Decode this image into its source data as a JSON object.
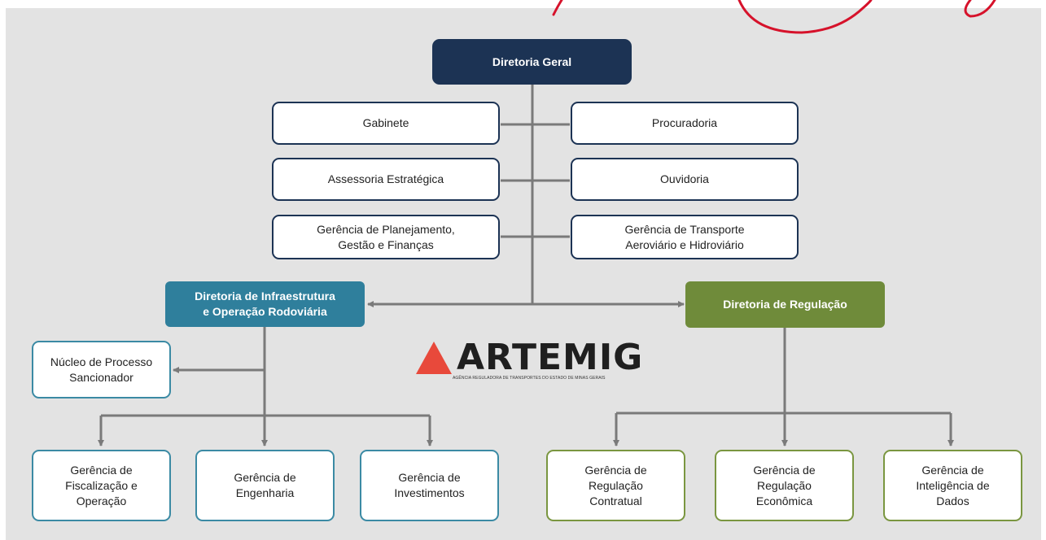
{
  "director_general": "Diretoria Geral",
  "staff_left": [
    "Gabinete",
    "Assessoria Estratégica",
    "Gerência de Planejamento,\nGestão e Finanças"
  ],
  "staff_right": [
    "Procuradoria",
    "Ouvidoria",
    "Gerência de Transporte\nAeroviário e Hidroviário"
  ],
  "dir_infra": "Diretoria de Infraestrutura\ne Operação Rodoviária",
  "dir_reg": "Diretoria de Regulação",
  "nucleo": "Núcleo de Processo\nSancionador",
  "infra_units": [
    "Gerência de\nFiscalização e\nOperação",
    "Gerência de\nEngenharia",
    "Gerência de\nInvestimentos"
  ],
  "reg_units": [
    "Gerência de\nRegulação\nContratual",
    "Gerência de\nRegulação\nEconômica",
    "Gerência de\nInteligência de\nDados"
  ],
  "logo": {
    "name": "ARTEMIG",
    "tagline": "AGÊNCIA REGULADORA DE TRANSPORTES DO ESTADO DE MINAS GERAIS"
  },
  "colors": {
    "navy": "#1c3354",
    "teal": "#2f7f9c",
    "olive": "#6f8b3a",
    "logo_red": "#e8493b",
    "scribble": "#d6122b"
  }
}
